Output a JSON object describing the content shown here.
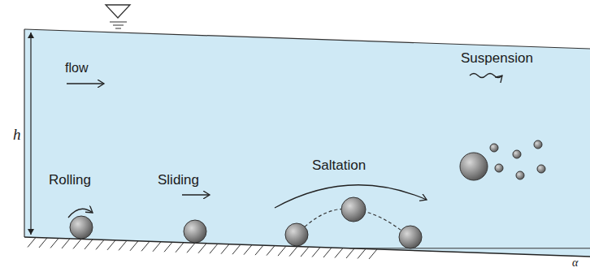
{
  "diagram": {
    "labels": [
      "flow",
      "h",
      "Rolling",
      "Sliding",
      "Saltation",
      "Suspension",
      "α"
    ]
  }
}
